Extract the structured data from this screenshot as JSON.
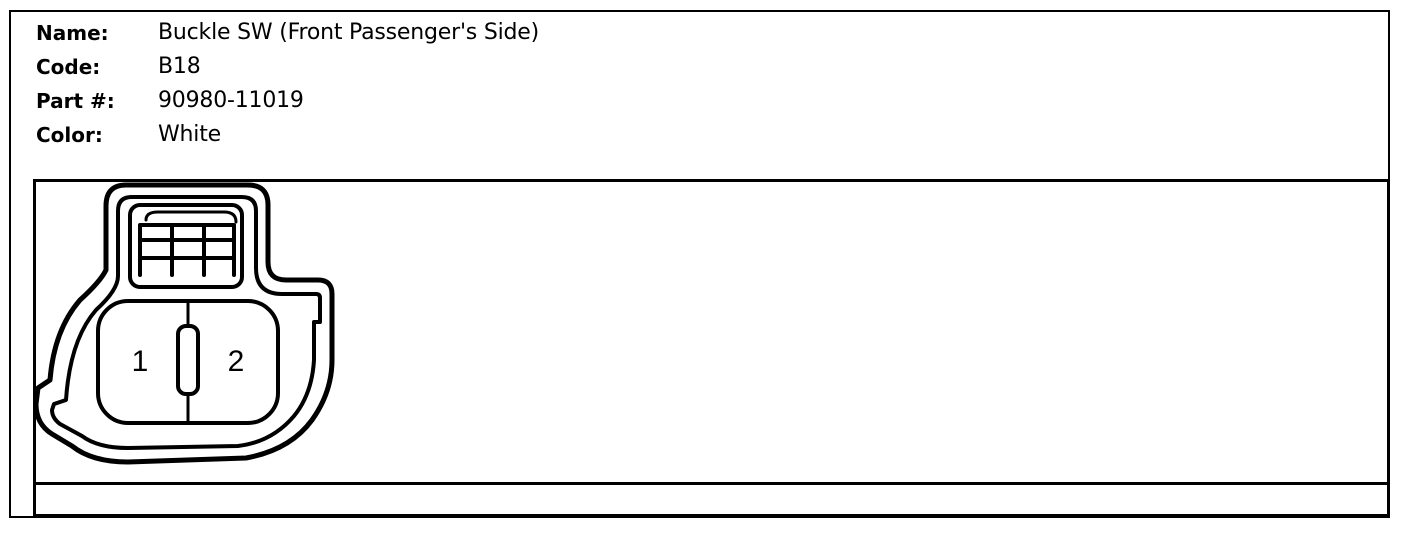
{
  "connector": {
    "name_label": "Name:",
    "name_value": "Buckle SW (Front Passenger's Side)",
    "code_label": "Code:",
    "code_value": "B18",
    "part_label": "Part #:",
    "part_value": "90980-11019",
    "color_label": "Color:",
    "color_value": "White"
  },
  "pins": [
    {
      "number": "1"
    },
    {
      "number": "2"
    }
  ],
  "colors": {
    "line": "#000000",
    "background": "#ffffff"
  }
}
